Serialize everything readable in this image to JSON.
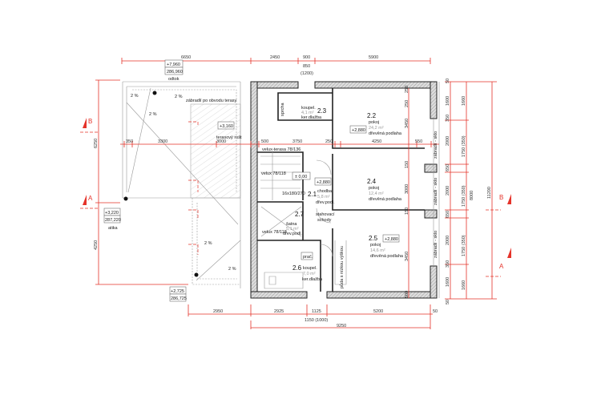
{
  "drawing": {
    "dims_top": [
      "6650",
      "2450",
      "900",
      "850",
      "(1200)",
      "5900"
    ],
    "dims_mid": [
      "350",
      "3300",
      "3000",
      "500",
      "3750",
      "250",
      "4250",
      "550"
    ],
    "dims_left": [
      "6250",
      "4250"
    ],
    "dims_bottom": [
      "2950",
      "2925",
      "1125",
      "5200",
      "50",
      "1150 (1000)",
      "9250"
    ],
    "dims_right_1": [
      "50",
      "1600",
      "350",
      "2000",
      "650",
      "2000",
      "650",
      "2000",
      "350",
      "1600",
      "50"
    ],
    "dims_right_2": [
      "1660",
      "1750 (350)",
      "1750 (350)",
      "8000",
      "1750 (350)",
      "1660"
    ],
    "dims_right_3": [
      "11200"
    ],
    "dims_inner": [
      "250",
      "250",
      "3450",
      "150",
      "3000",
      "150",
      "3450",
      "500"
    ],
    "section_marks": [
      "B",
      "A",
      "B",
      "A"
    ],
    "levels": {
      "roof_outlet": [
        "+7,960",
        "286,960",
        "odtok"
      ],
      "attic": [
        "+3,220",
        "287,220",
        "atika"
      ],
      "corner": [
        "+2,725",
        "286,725"
      ],
      "terrace": [
        "+3,160",
        "terasový rošt"
      ],
      "zero": "± 0,00",
      "floor": "+2,880"
    },
    "slopes": "2 %",
    "notes": {
      "railing_terrace": "zábradlí po obvodu terasy",
      "railing_glass": "zábradlí - sklo",
      "velux_terrace": "velux-terasa 78/136",
      "velux_1": "velux 78/118",
      "velux_2": "velux 78/118",
      "stairs": "16x180/270",
      "folding_stairs": [
        "stahovací",
        "schody"
      ],
      "washer": "prač.",
      "attic_space": "půda s nízkou výškou",
      "shower": "sprcha"
    },
    "rooms": [
      {
        "no": "2.1",
        "name": "chodba",
        "area": "5,8 m²",
        "floor": "dřev.podl."
      },
      {
        "no": "2.2",
        "name": "pokoj",
        "area": "24,2 m²",
        "floor": "dřevěná podlaha"
      },
      {
        "no": "2.3",
        "name": "koupel.",
        "area": "4,1 m²",
        "floor": "ker.dlažba"
      },
      {
        "no": "2.4",
        "name": "pokoj",
        "area": "12,4 m²",
        "floor": "dřevěná podlaha"
      },
      {
        "no": "2.5",
        "name": "pokoj",
        "area": "14,6 m²",
        "floor": "dřevěná podlaha"
      },
      {
        "no": "2.6",
        "name": "koupel.",
        "area": "7,0 m²",
        "floor": "ker.dlažba"
      },
      {
        "no": "2.7",
        "name": "šatna",
        "area": "5,1 m²",
        "floor": "dřev.podl."
      }
    ]
  }
}
